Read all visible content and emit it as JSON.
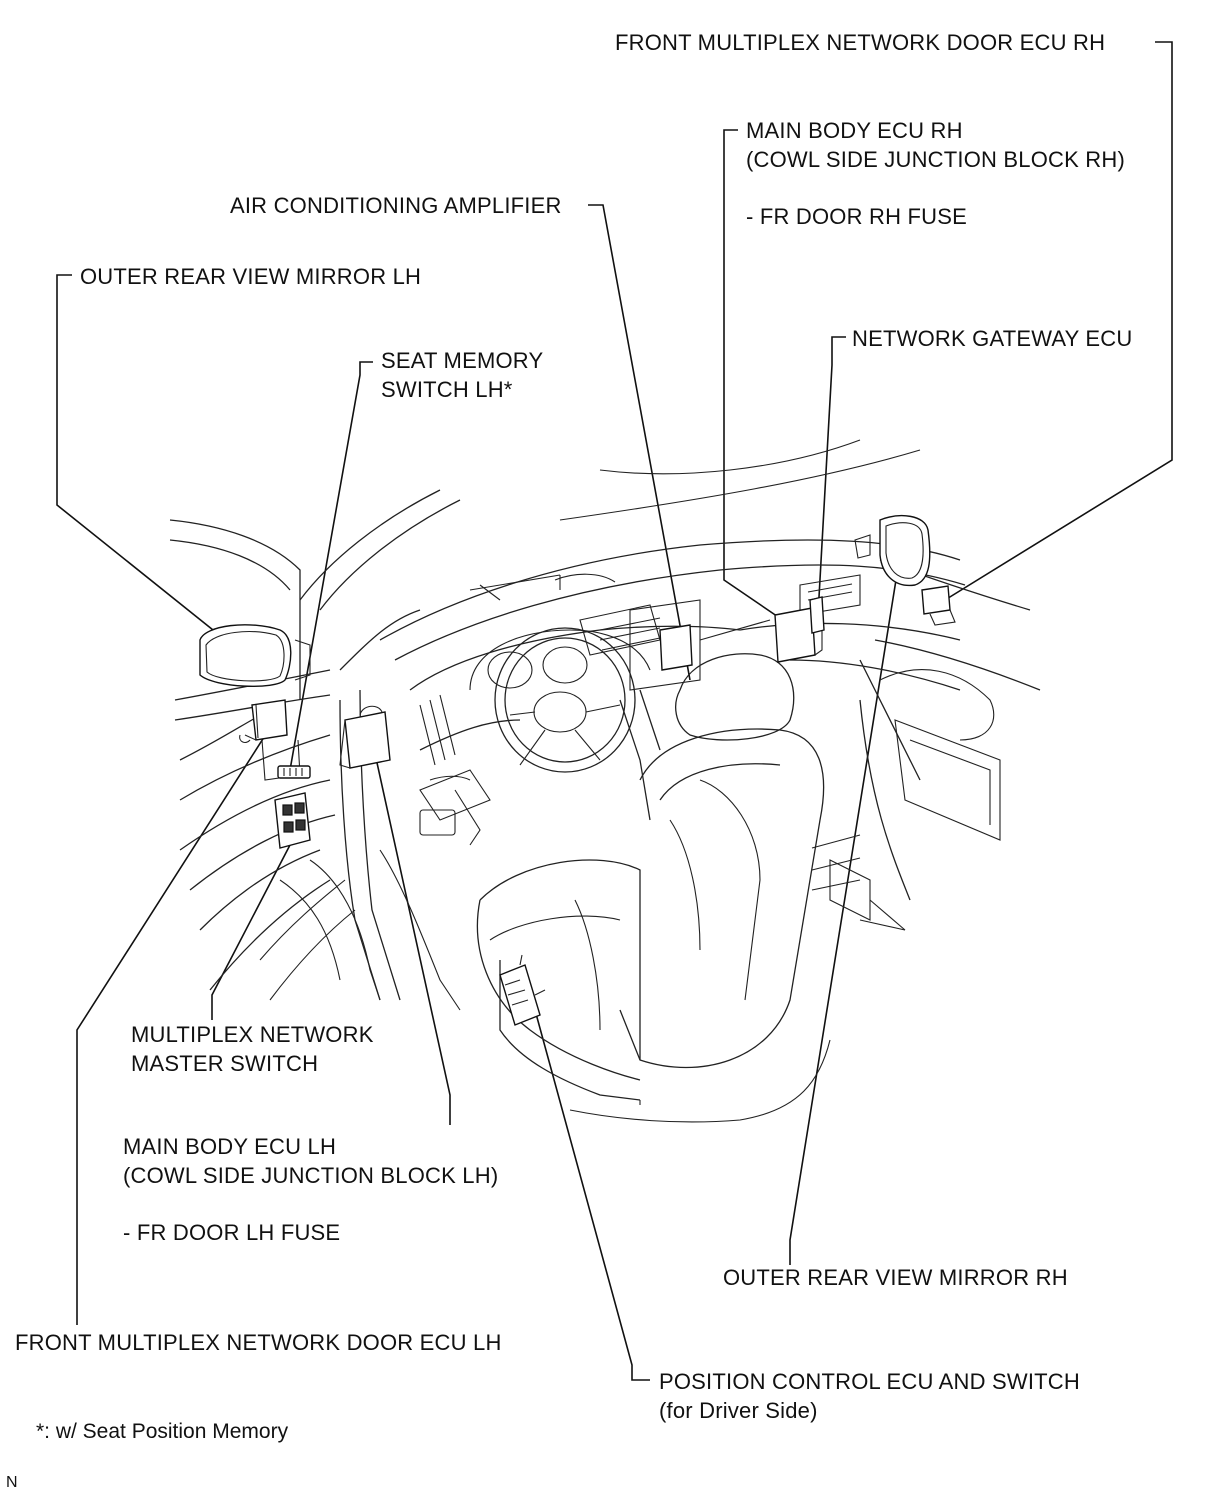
{
  "labels": {
    "front_door_ecu_rh": "FRONT MULTIPLEX NETWORK DOOR ECU RH",
    "main_body_ecu_rh": {
      "line1": "MAIN BODY ECU RH",
      "line2": "(COWL SIDE JUNCTION BLOCK RH)",
      "fuse": "- FR DOOR RH FUSE"
    },
    "air_conditioning_amplifier": "AIR CONDITIONING AMPLIFIER",
    "outer_mirror_lh": "OUTER REAR VIEW MIRROR LH",
    "network_gateway_ecu": "NETWORK GATEWAY ECU",
    "seat_memory_switch_lh": {
      "line1": "SEAT MEMORY",
      "line2": "SWITCH LH*"
    },
    "master_switch": {
      "line1": "MULTIPLEX NETWORK",
      "line2": "MASTER SWITCH"
    },
    "main_body_ecu_lh": {
      "line1": "MAIN BODY ECU LH",
      "line2": "(COWL SIDE JUNCTION BLOCK LH)",
      "fuse": "- FR DOOR LH FUSE"
    },
    "outer_mirror_rh": "OUTER REAR VIEW MIRROR RH",
    "front_door_ecu_lh": "FRONT MULTIPLEX NETWORK DOOR ECU LH",
    "position_control_ecu": {
      "line1": "POSITION CONTROL ECU AND SWITCH",
      "line2": "(for Driver Side)"
    }
  },
  "footnote": "*: w/ Seat Position Memory",
  "figure_code": "N"
}
